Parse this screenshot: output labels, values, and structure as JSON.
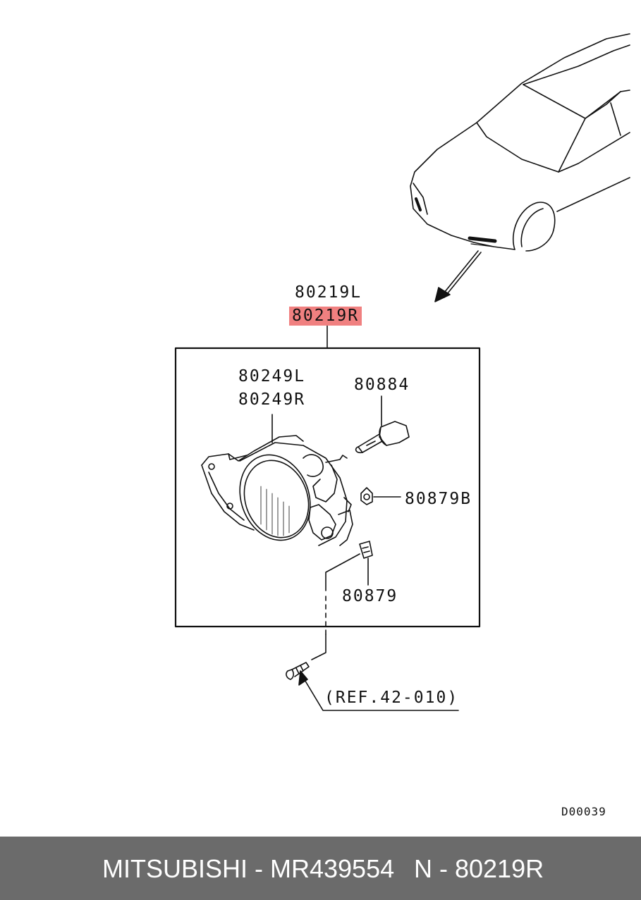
{
  "labels": {
    "assembly_l": "80219L",
    "assembly_r": "80219R",
    "lamp_l": "80249L",
    "lamp_r": "80249R",
    "bulb": "80884",
    "grommet": "80879B",
    "clip": "80879",
    "ref": "(REF.42-010)",
    "diagram_code": "D00039"
  },
  "colors": {
    "highlight": "#f08080",
    "footer_bg": "#6b6b6b",
    "footer_text": "#ffffff"
  },
  "footer": {
    "brand_part": "MITSUBISHI - MR439554",
    "ref_part": "N - 80219R"
  }
}
